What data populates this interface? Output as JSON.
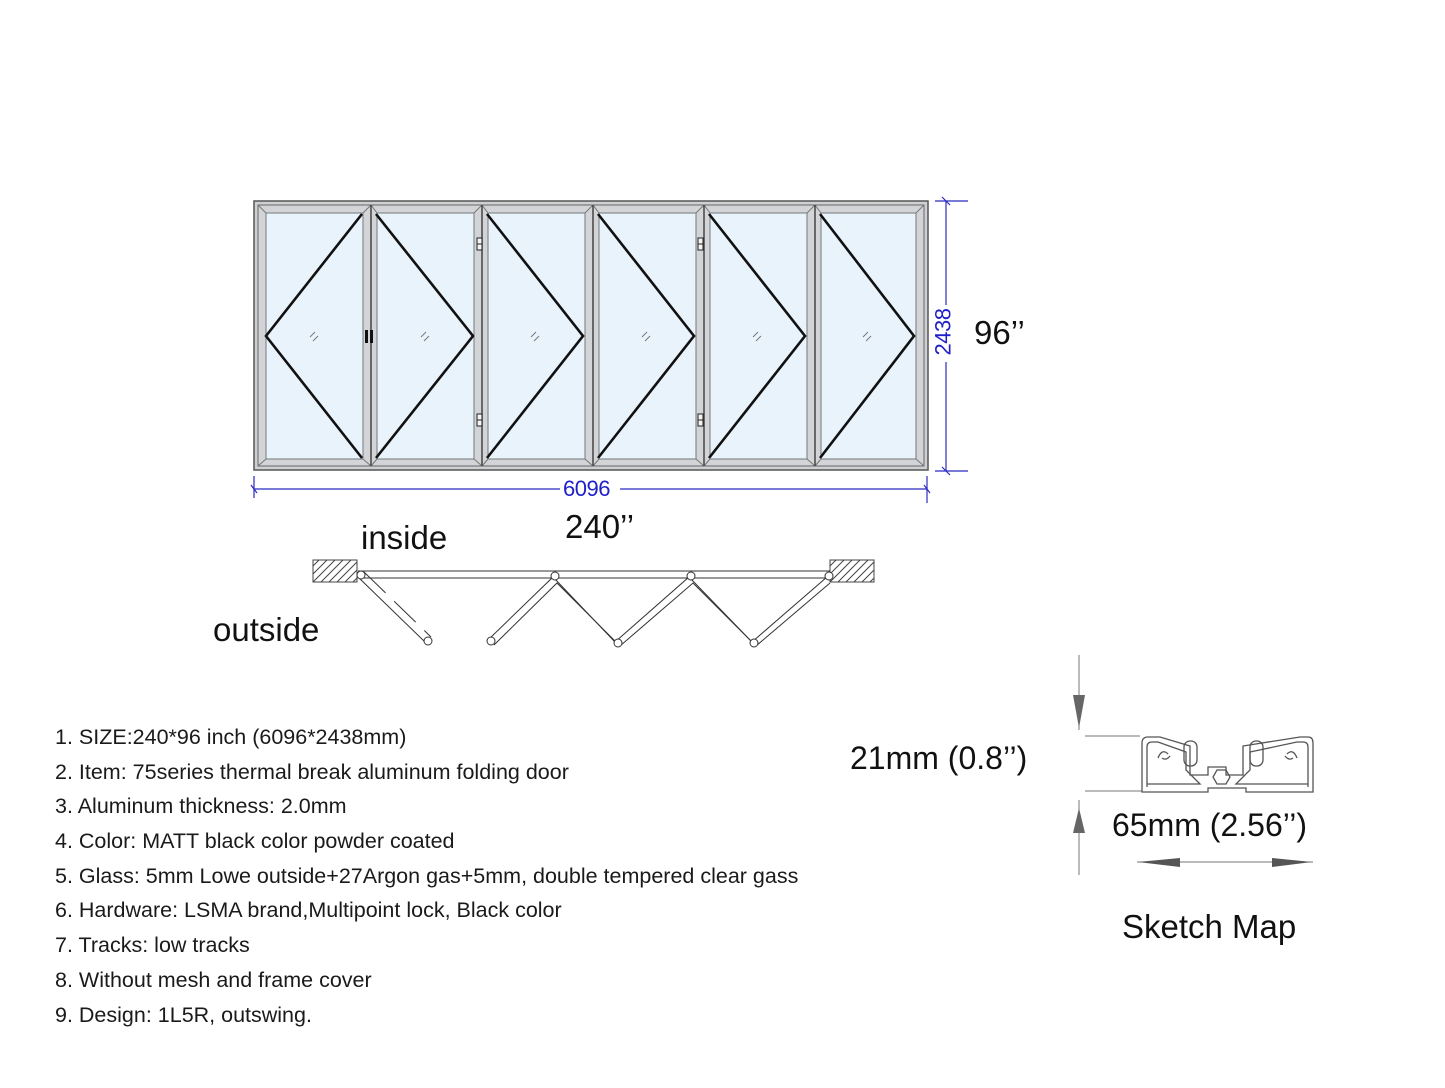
{
  "elevation": {
    "panel_count": 6,
    "width_mm": "6096",
    "height_mm": "2438",
    "width_in": "240’’",
    "height_in": "96’’",
    "dimension_color": "#2020c8",
    "frame_color": "#cfd0d4",
    "glass_color": "#e8f3fc",
    "line_color": "#111111"
  },
  "plan_view": {
    "inside_label": "inside",
    "outside_label": "outside"
  },
  "specs": [
    "1. SIZE:240*96 inch (6096*2438mm)",
    "2. Item: 75series thermal break aluminum folding door",
    "3. Aluminum thickness: 2.0mm",
    "4. Color: MATT black color powder coated",
    "5. Glass: 5mm Lowe outside+27Argon gas+5mm, double tempered clear gass",
    "6. Hardware: LSMA brand,Multipoint lock, Black color",
    "7. Tracks: low tracks",
    "8. Without mesh and frame cover",
    "9. Design: 1L5R, outswing."
  ],
  "profile": {
    "height_label": "21mm (0.8’’)",
    "width_label": "65mm (2.56’’)",
    "title": "Sketch Map"
  }
}
